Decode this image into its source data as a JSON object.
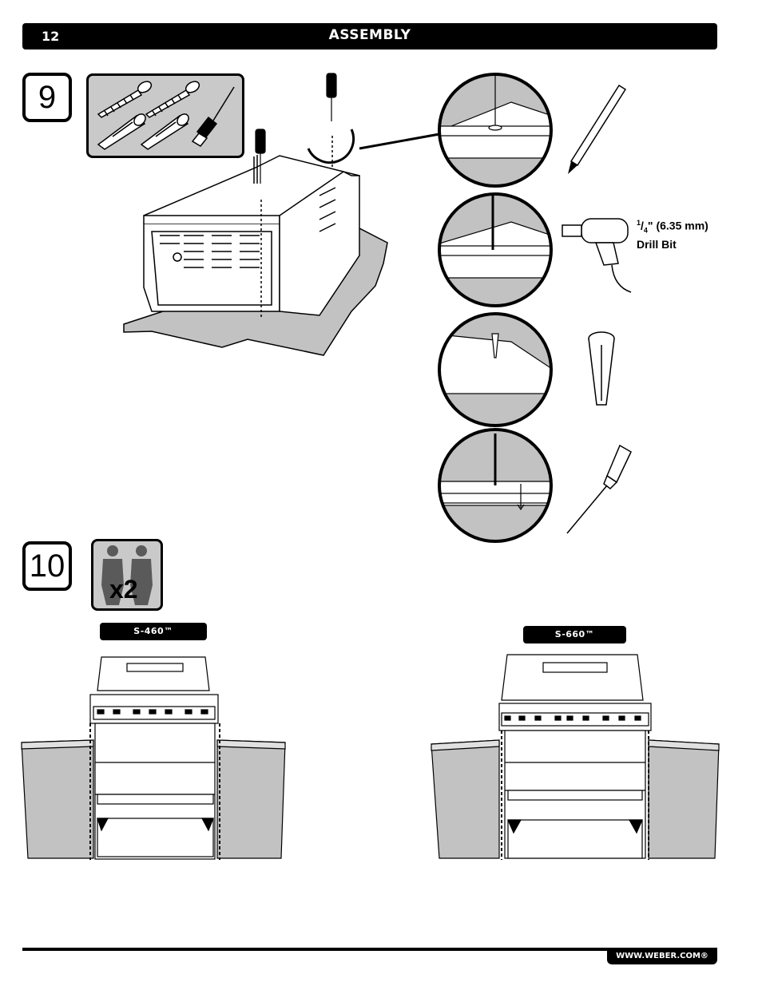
{
  "header": {
    "page_number": "12",
    "title": "ASSEMBLY"
  },
  "steps": [
    {
      "number": "9"
    },
    {
      "number": "10",
      "people_count": "x2"
    }
  ],
  "drill_bit": {
    "fraction_num": "1",
    "fraction_den": "4",
    "size_rest": "\" (6.35 mm)",
    "label": "Drill Bit"
  },
  "models": [
    {
      "label": "S-460™"
    },
    {
      "label": "S-660™"
    }
  ],
  "footer": {
    "website": "WWW.WEBER.COM®"
  }
}
